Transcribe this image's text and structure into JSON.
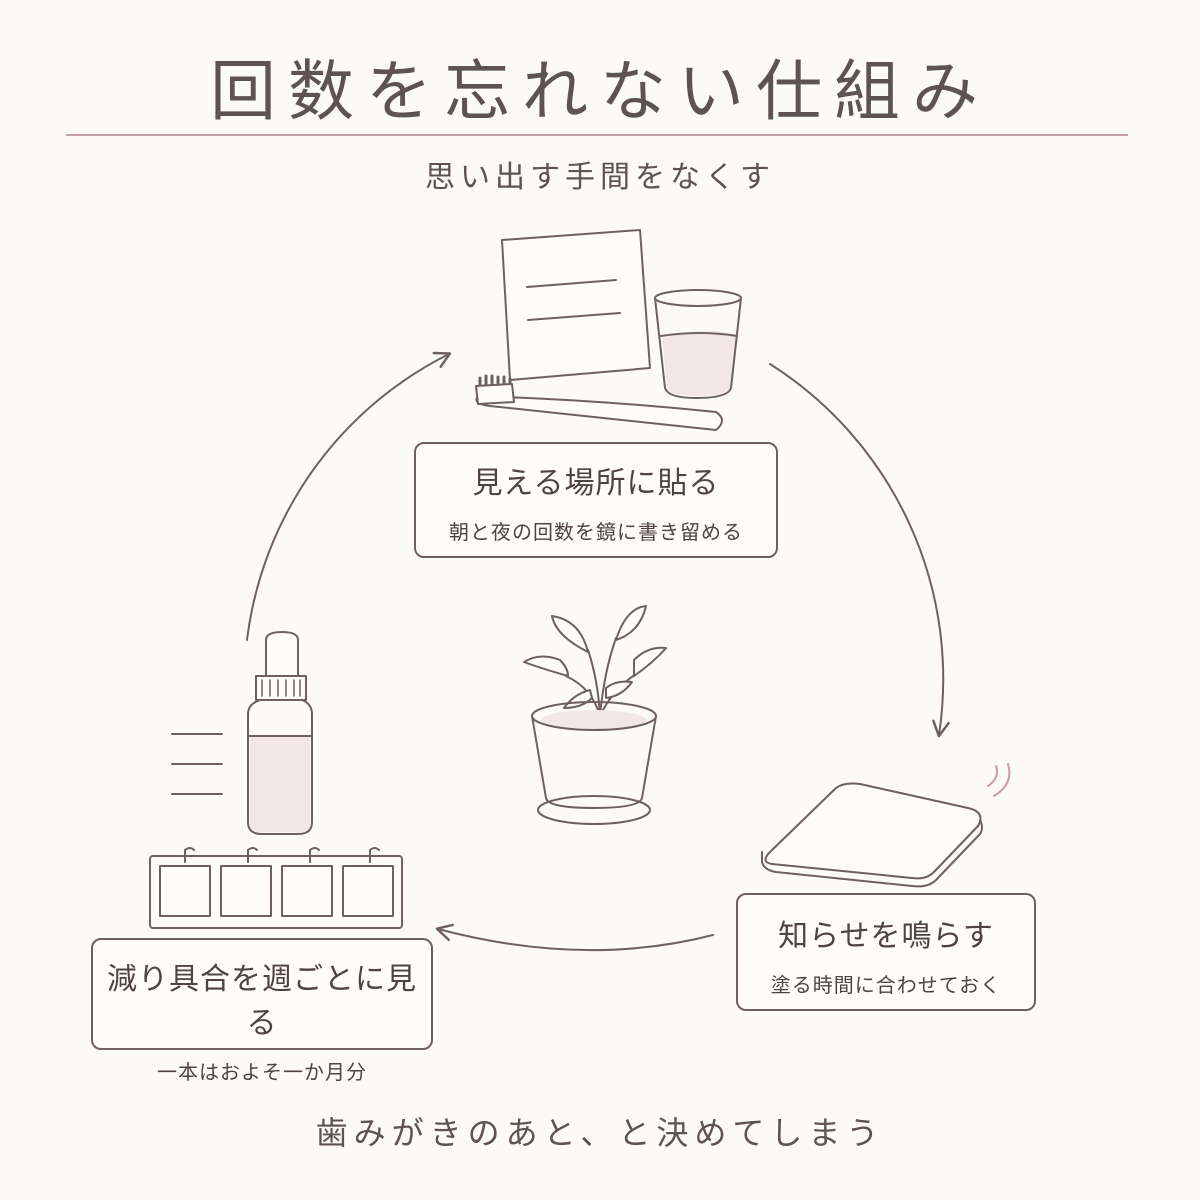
{
  "title": "回数を忘れない仕組み",
  "subtitle": "思い出す手間をなくす",
  "steps": [
    {
      "heading": "見える場所に貼る",
      "detail": "朝と夜の回数を鏡に書き留める"
    },
    {
      "heading": "知らせを鳴らす",
      "detail": "塗る時間に合わせておく"
    },
    {
      "heading": "減り具合を週ごとに見る",
      "detail": "一本はおよそ一か月分"
    }
  ],
  "footer": "歯みがきのあと、と決めてしまう",
  "colors": {
    "line": "#6e6062",
    "accent": "#c99aa8",
    "liquid": "#f3e6e8",
    "background": "#fbfaf9"
  },
  "icons": [
    "note-icon",
    "glass-icon",
    "toothbrush-icon",
    "plant-icon",
    "phone-icon",
    "vibration-icon",
    "dropper-bottle-icon",
    "calendar-icon"
  ]
}
